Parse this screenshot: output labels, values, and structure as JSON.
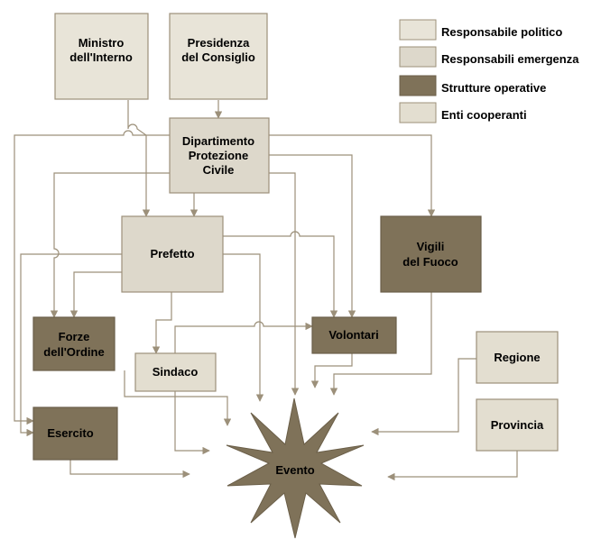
{
  "colors": {
    "political": "#e3ded0",
    "emergency": "#e3ded0",
    "operative": "#7f7259",
    "cooperating": "#e3ded0",
    "border": "#9c907a",
    "line": "#9c907a",
    "star": "#7f7259"
  },
  "legend": [
    {
      "label": "Responsabile politico",
      "color": "#e8e4d8"
    },
    {
      "label": "Responsabili emergenza",
      "color": "#ddd8cb"
    },
    {
      "label": "Strutture operative",
      "color": "#7f7259"
    },
    {
      "label": "Enti cooperanti",
      "color": "#e3ded0"
    }
  ],
  "nodes": {
    "ministro": [
      "Ministro",
      "dell'Interno"
    ],
    "presidenza": [
      "Presidenza",
      "del Consiglio"
    ],
    "dipartimento": [
      "Dipartimento",
      "Protezione",
      "Civile"
    ],
    "prefetto": [
      "Prefetto"
    ],
    "vigili": [
      "Vigili",
      "del Fuoco"
    ],
    "forze": [
      "Forze",
      "dell'Ordine"
    ],
    "volontari": [
      "Volontari"
    ],
    "sindaco": [
      "Sindaco"
    ],
    "regione": [
      "Regione"
    ],
    "esercito": [
      "Esercito"
    ],
    "provincia": [
      "Provincia"
    ],
    "evento": [
      "Evento"
    ]
  }
}
